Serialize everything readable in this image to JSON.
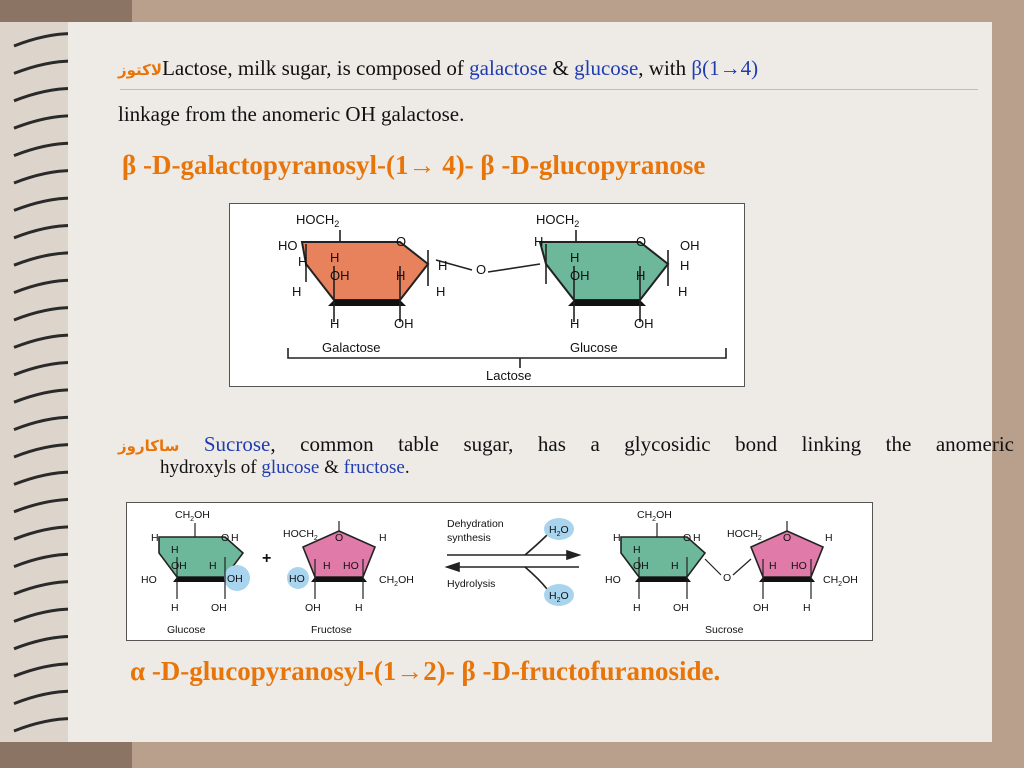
{
  "lactose": {
    "arabic": "لاكتوز",
    "name": "Lactose",
    "t1": ", milk sugar, is composed of ",
    "galactose": "galactose",
    "amp": " & ",
    "glucose": "glucose",
    "t2": ", with ",
    "beta": "β(1→4)",
    "line2": "linkage from the anomeric OH galactose.",
    "title": "β -D-galactopyranosyl-(1→ 4)- β -D-glucopyranose",
    "fig": {
      "hoch2": "HOCH",
      "sub2": "2",
      "o": "O",
      "ho": "HO",
      "oh": "OH",
      "h": "H",
      "galactose": "Galactose",
      "glucose": "Glucose",
      "lactose": "Lactose"
    }
  },
  "sucrose": {
    "arabic": "ساكاروز",
    "name": "Sucrose",
    "t1": ", common table sugar, has a glycosidic bond linking the anomeric",
    "t2": "hydroxyls of ",
    "glucose": "glucose",
    "amp": " & ",
    "fructose": "fructose",
    "end": ".",
    "title": "α -D-glucopyranosyl-(1→2)- β -D-fructofuranoside.",
    "fig": {
      "ch2oh": "CH",
      "ch2oh_end": "OH",
      "sub2": "2",
      "hoch2": "HOCH",
      "o": "O",
      "ho": "HO",
      "oh": "OH",
      "h": "H",
      "plus": "+",
      "dehydration1": "Dehydration",
      "dehydration2": "synthesis",
      "hydrolysis": "Hydrolysis",
      "h2o_h": "H",
      "h2o_o": "O",
      "glucose": "Glucose",
      "fructose": "Fructose",
      "sucrose": "Sucrose"
    }
  },
  "colors": {
    "accent_orange": "#e8750a",
    "link_blue": "#1f3cb0",
    "galactose_fill": "#e8825c",
    "glucose_fill": "#6db89a",
    "fructose_fill": "#e07aa8",
    "water_blue": "#a8d4ee"
  }
}
